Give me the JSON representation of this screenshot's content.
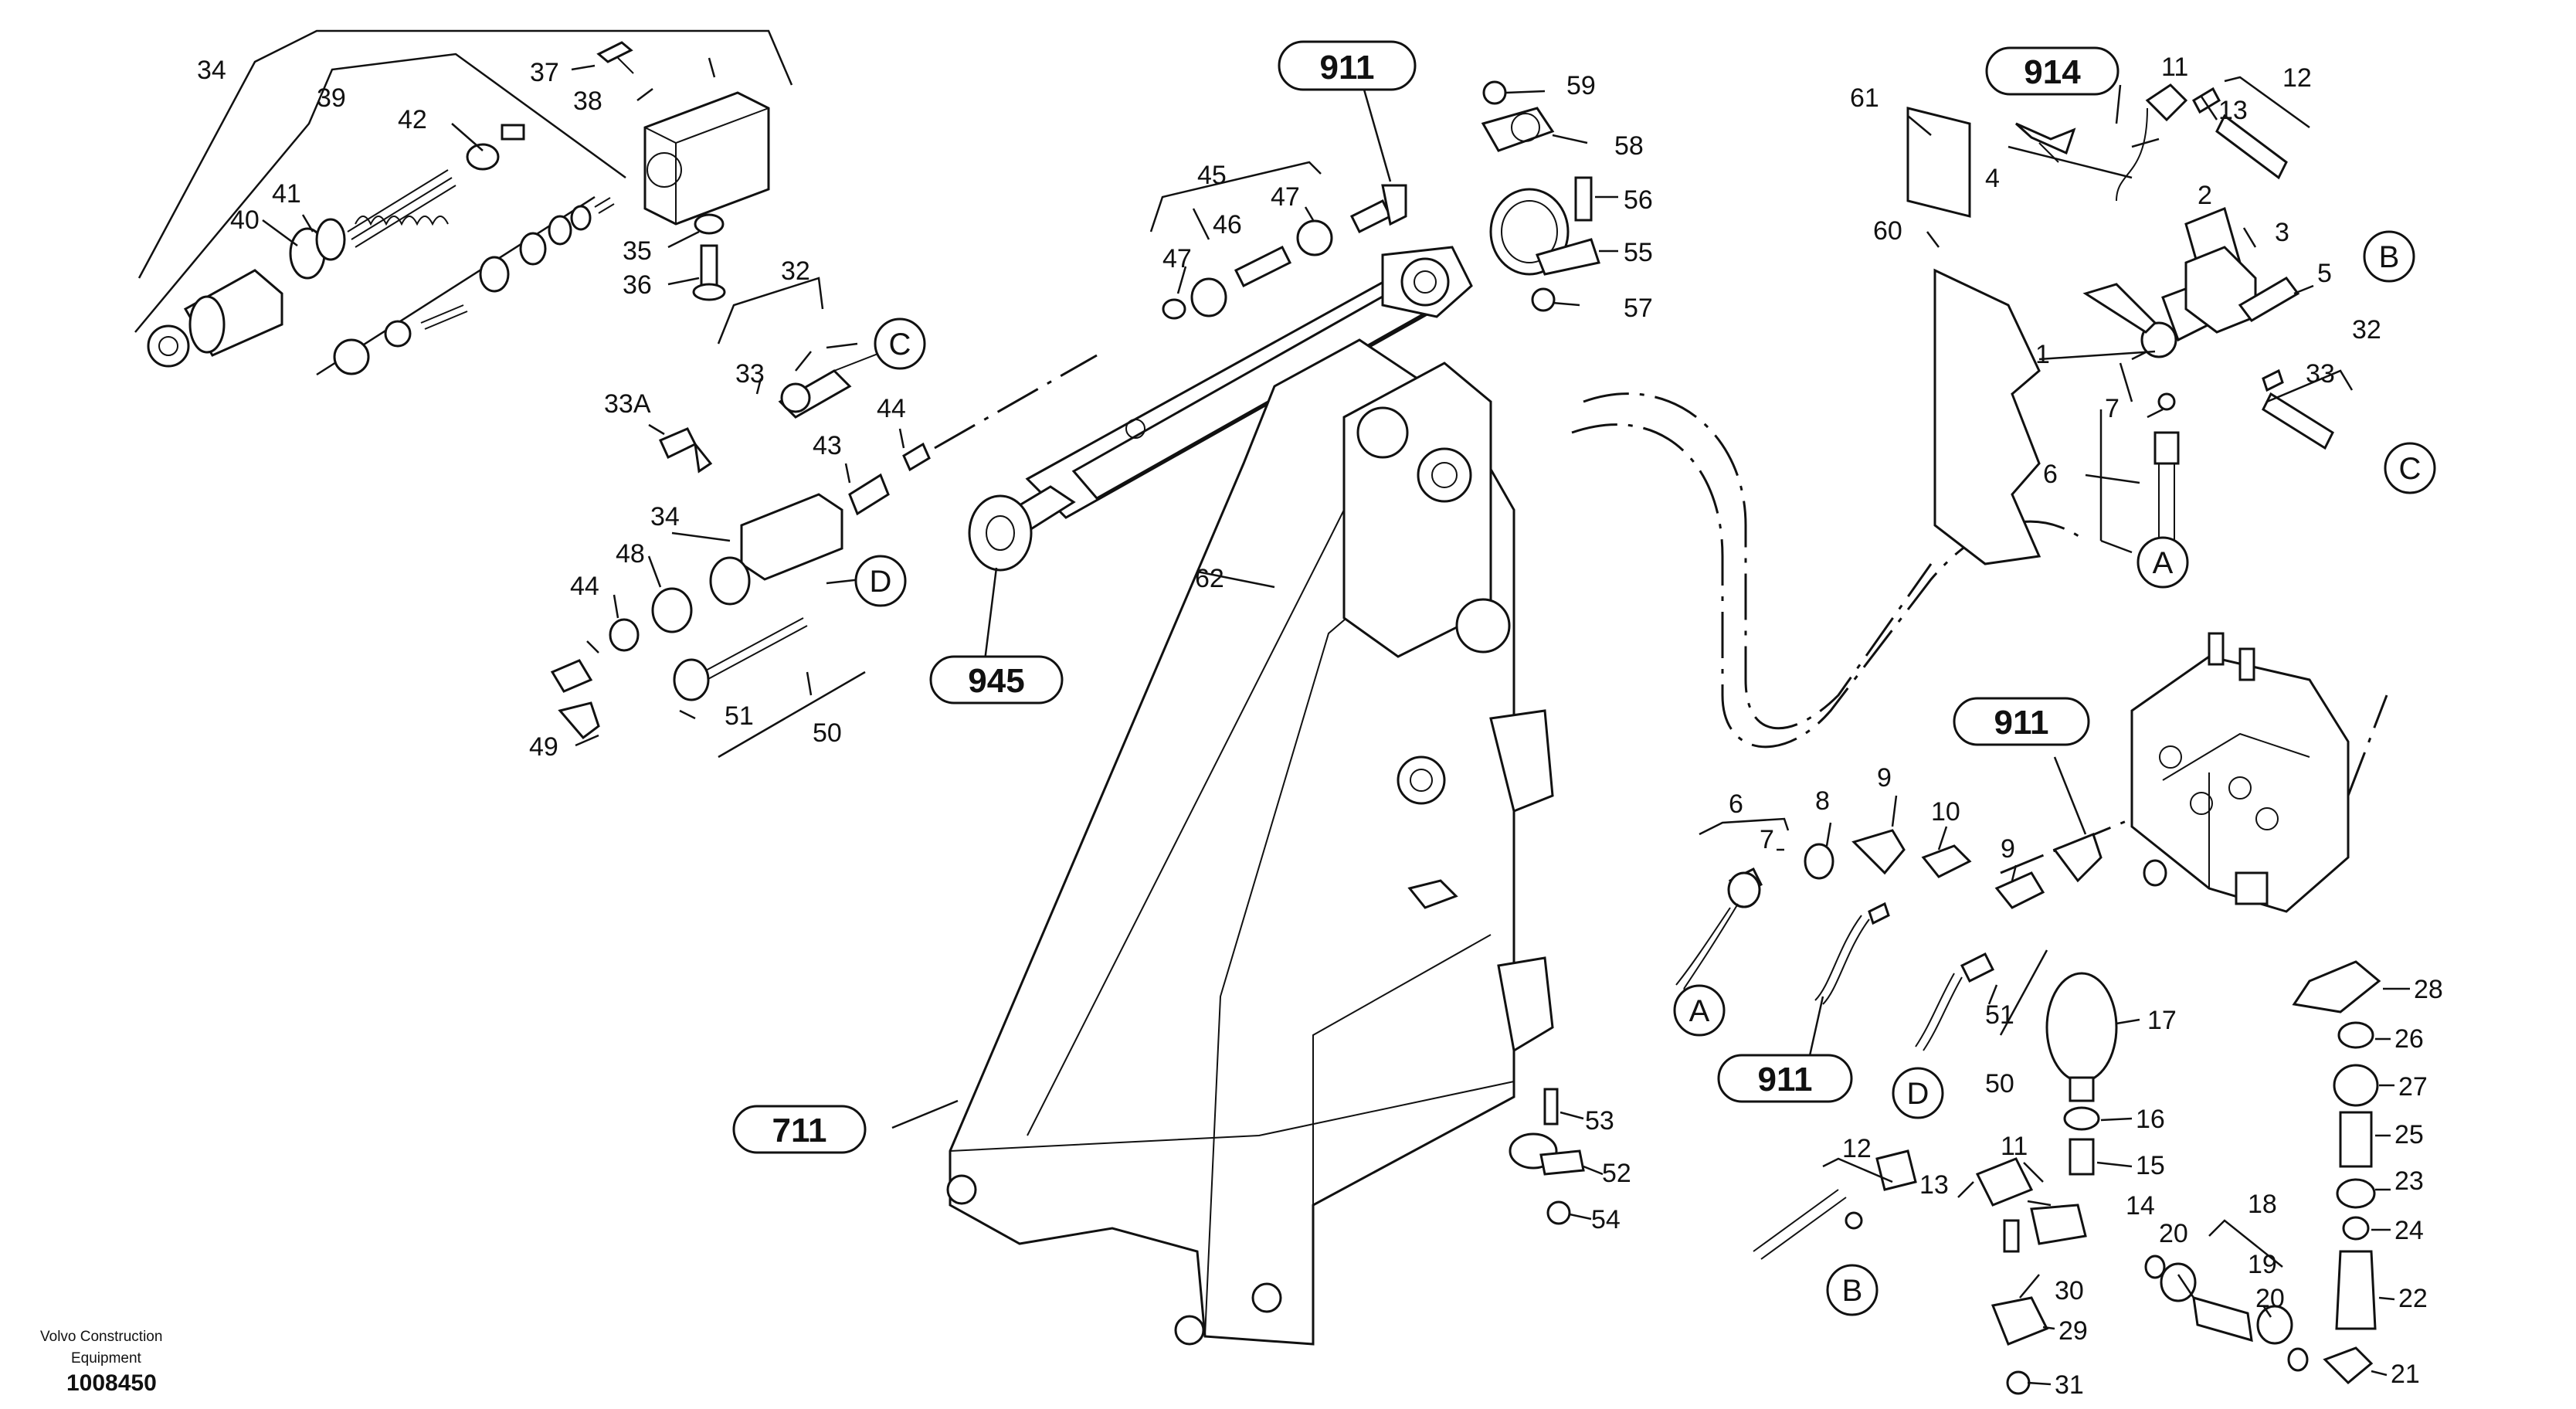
{
  "footer": {
    "company_line1": "Volvo Construction",
    "company_line2": "Equipment",
    "drawing_number": "1008450"
  },
  "callouts": {
    "c911_top": "911",
    "c914": "914",
    "c945": "945",
    "c711": "711",
    "c911_mid": "911",
    "c911_bottom": "911"
  },
  "connectors": {
    "A_right": "A",
    "A_left": "A",
    "B_top": "B",
    "B_bottom": "B",
    "C_left": "C",
    "C_right": "C",
    "D_left": "D",
    "D_bottom": "D"
  },
  "parts": {
    "p34a": "34",
    "p39": "39",
    "p37": "37",
    "p38": "38",
    "p42": "42",
    "p41": "41",
    "p40": "40",
    "p35": "35",
    "p36": "36",
    "p32a": "32",
    "p33a": "33",
    "p33A": "33A",
    "p44a": "44",
    "p43": "43",
    "p34b": "34",
    "p48": "48",
    "p44b": "44",
    "p49": "49",
    "p51a": "51",
    "p50a": "50",
    "p45": "45",
    "p47a": "47",
    "p46": "46",
    "p47b": "47",
    "p62": "62",
    "p59": "59",
    "p58": "58",
    "p56": "56",
    "p55": "55",
    "p57": "57",
    "p53": "53",
    "p52": "52",
    "p54": "54",
    "p61": "61",
    "p60": "60",
    "p4": "4",
    "p11a": "11",
    "p12a": "12",
    "p13a": "13",
    "p2": "2",
    "p3": "3",
    "p5": "5",
    "p1": "1",
    "p7a": "7",
    "p6a": "6",
    "p32b": "32",
    "p33b": "33",
    "p6b": "6",
    "p7b": "7",
    "p8": "8",
    "p9a": "9",
    "p10": "10",
    "p9b": "9",
    "p51b": "51",
    "p50b": "50",
    "p17": "17",
    "p16": "16",
    "p15": "15",
    "p28": "28",
    "p26": "26",
    "p27": "27",
    "p25": "25",
    "p23": "23",
    "p24": "24",
    "p22": "22",
    "p21": "21",
    "p12b": "12",
    "p13b": "13",
    "p11b": "11",
    "p14": "14",
    "p18": "18",
    "p20a": "20",
    "p19": "19",
    "p20b": "20",
    "p30": "30",
    "p29": "29",
    "p31": "31"
  }
}
